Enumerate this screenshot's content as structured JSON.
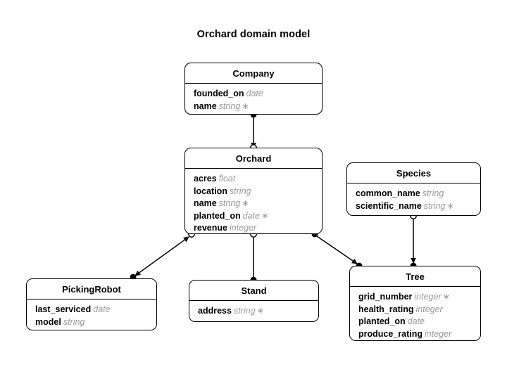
{
  "title": "Orchard domain model",
  "entities": [
    {
      "id": "company",
      "name": "Company",
      "attributes": [
        {
          "name": "founded_on",
          "type": "date",
          "required": ""
        },
        {
          "name": "name",
          "type": "string",
          "required": "∗"
        }
      ]
    },
    {
      "id": "orchard",
      "name": "Orchard",
      "attributes": [
        {
          "name": "acres",
          "type": "float",
          "required": ""
        },
        {
          "name": "location",
          "type": "string",
          "required": ""
        },
        {
          "name": "name",
          "type": "string",
          "required": "∗"
        },
        {
          "name": "planted_on",
          "type": "date",
          "required": "∗"
        },
        {
          "name": "revenue",
          "type": "integer",
          "required": ""
        }
      ]
    },
    {
      "id": "species",
      "name": "Species",
      "attributes": [
        {
          "name": "common_name",
          "type": "string",
          "required": ""
        },
        {
          "name": "scientific_name",
          "type": "string",
          "required": "∗"
        }
      ]
    },
    {
      "id": "pickingrobot",
      "name": "PickingRobot",
      "attributes": [
        {
          "name": "last_serviced",
          "type": "date",
          "required": ""
        },
        {
          "name": "model",
          "type": "string",
          "required": ""
        }
      ]
    },
    {
      "id": "stand",
      "name": "Stand",
      "attributes": [
        {
          "name": "address",
          "type": "string",
          "required": "∗"
        }
      ]
    },
    {
      "id": "tree",
      "name": "Tree",
      "attributes": [
        {
          "name": "grid_number",
          "type": "integer",
          "required": "∗"
        },
        {
          "name": "health_rating",
          "type": "integer",
          "required": ""
        },
        {
          "name": "planted_on",
          "type": "date",
          "required": ""
        },
        {
          "name": "produce_rating",
          "type": "integer",
          "required": ""
        }
      ]
    }
  ],
  "relationships": [
    {
      "from": "company",
      "to": "orchard"
    },
    {
      "from": "orchard",
      "to": "pickingrobot"
    },
    {
      "from": "orchard",
      "to": "stand"
    },
    {
      "from": "orchard",
      "to": "tree"
    },
    {
      "from": "species",
      "to": "tree"
    }
  ],
  "colors": {
    "line": "#000000",
    "type_text": "#9a9a9a",
    "background": "#ffffff"
  }
}
